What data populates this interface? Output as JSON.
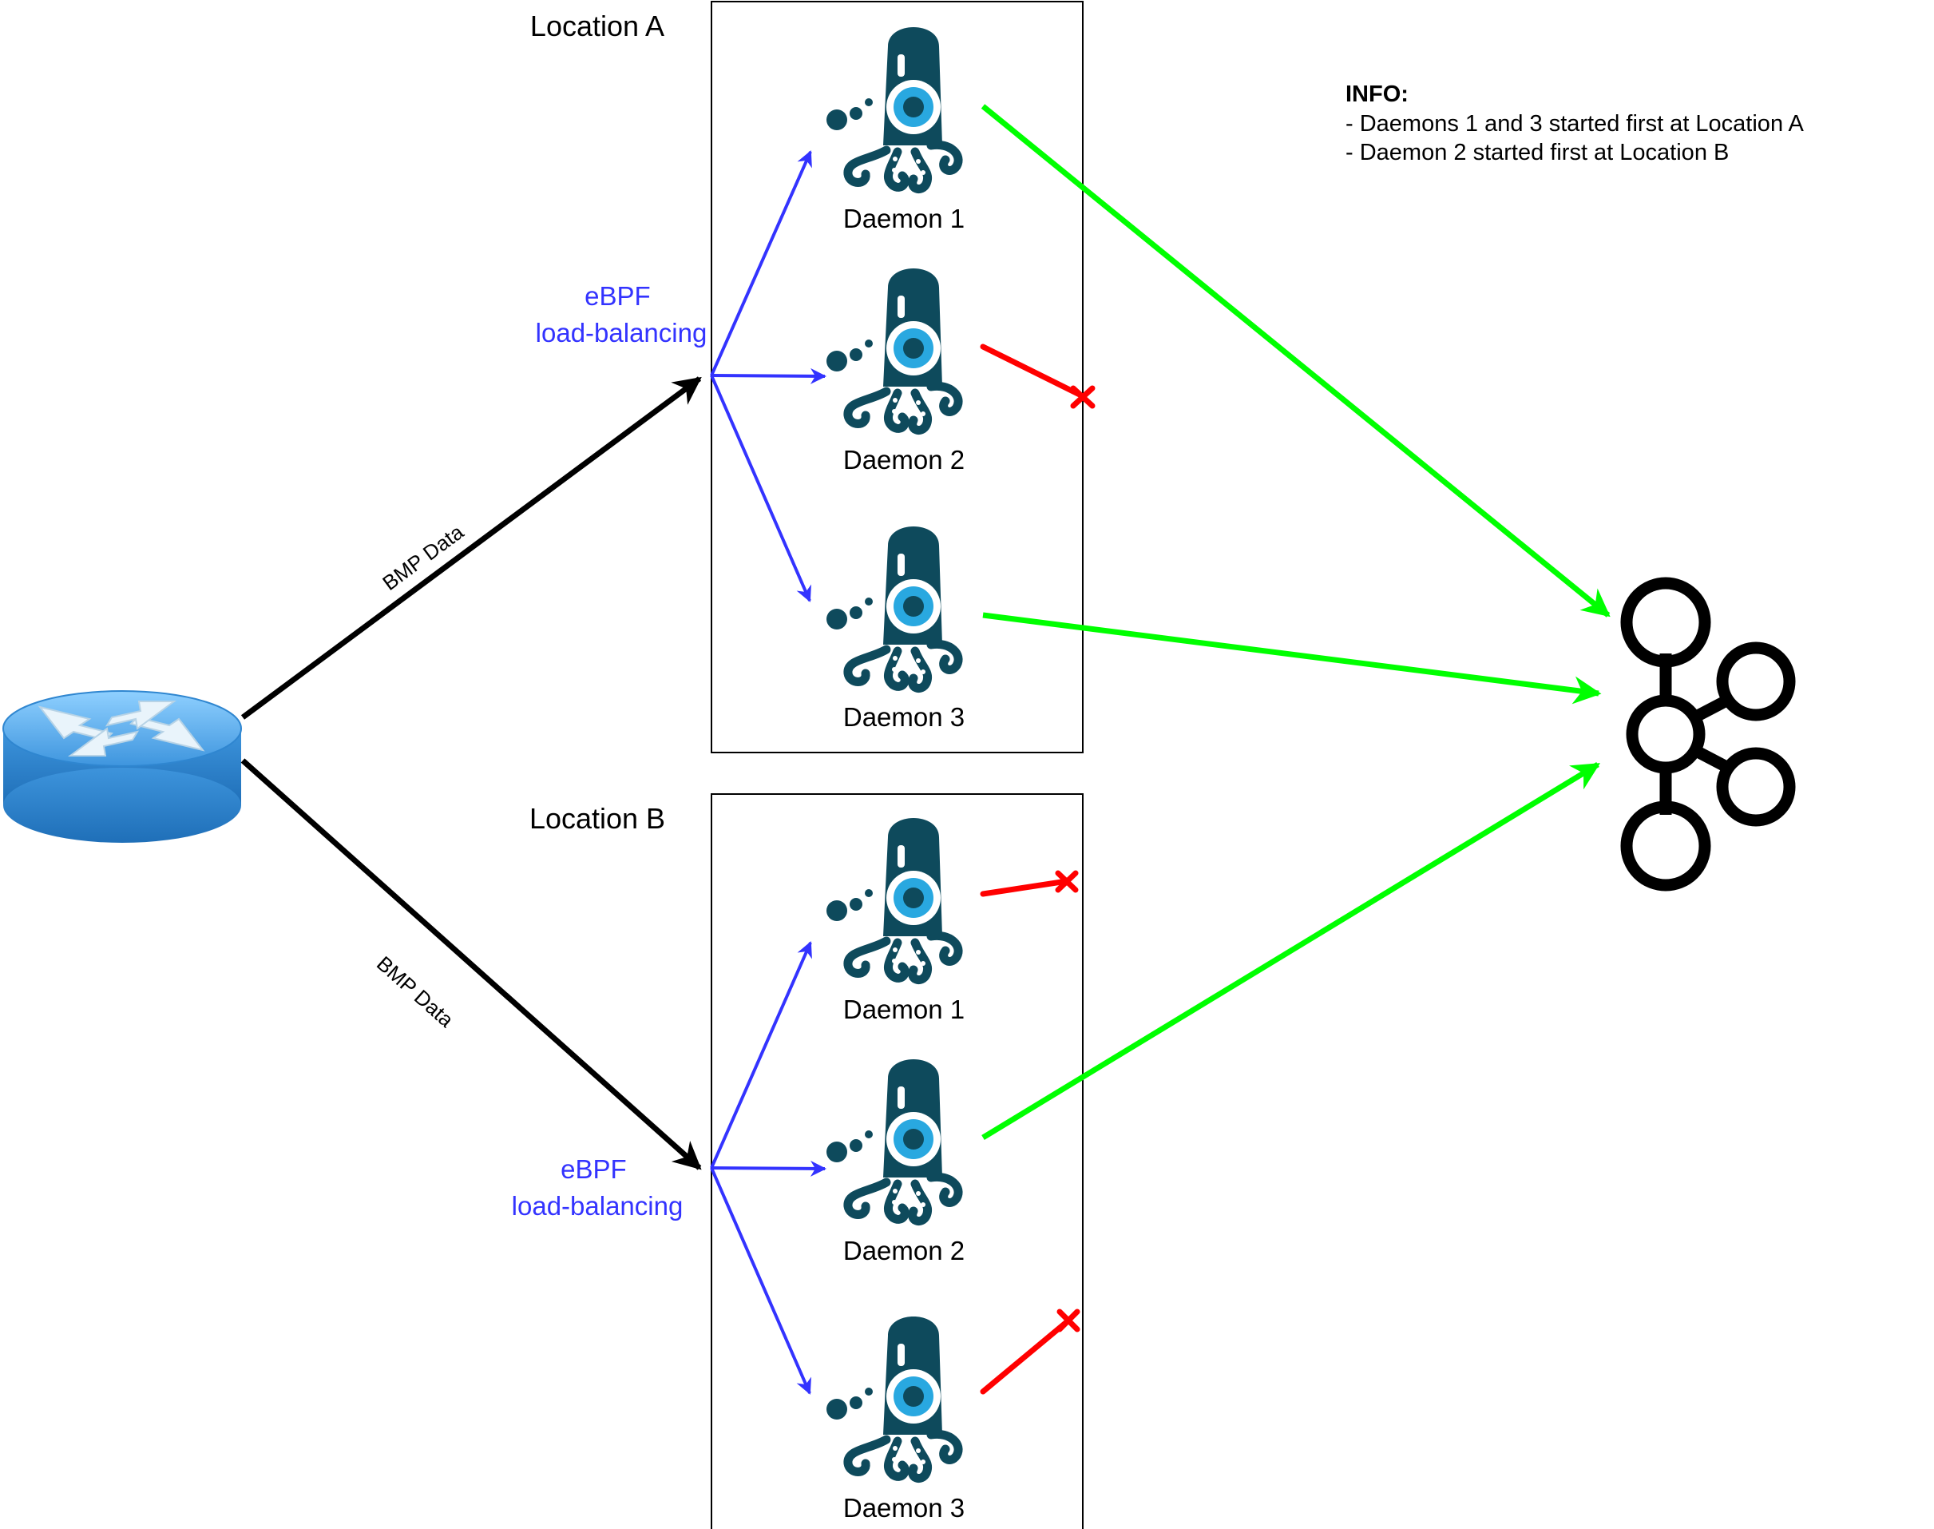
{
  "locations": [
    {
      "label": "Location A",
      "lb_label": [
        "eBPF",
        "load-balancing"
      ],
      "daemons": [
        {
          "label": "Daemon 1",
          "kafka": "connected"
        },
        {
          "label": "Daemon 2",
          "kafka": "blocked"
        },
        {
          "label": "Daemon 3",
          "kafka": "connected"
        }
      ]
    },
    {
      "label": "Location B",
      "lb_label": [
        "eBPF",
        "load-balancing"
      ],
      "daemons": [
        {
          "label": "Daemon 1",
          "kafka": "blocked"
        },
        {
          "label": "Daemon 2",
          "kafka": "connected"
        },
        {
          "label": "Daemon 3",
          "kafka": "blocked"
        }
      ]
    }
  ],
  "bmp_labels": [
    "BMP Data",
    "BMP Data"
  ],
  "info": {
    "title": "INFO:",
    "lines": [
      "- Daemons 1 and 3 started first at Location A",
      "- Daemon 2 started first at Location B"
    ]
  },
  "colors": {
    "bmp": "#000000",
    "ebpf": "#3333ff",
    "connected": "#00ff00",
    "blocked": "#ff0000",
    "daemon_body": "#0e4a5c",
    "daemon_eye": "#29a8e0",
    "router": "#4aa3e8",
    "kafka": "#000000"
  },
  "icons": {
    "router": "router-icon",
    "daemon": "octopus-daemon-icon",
    "kafka": "kafka-icon"
  }
}
